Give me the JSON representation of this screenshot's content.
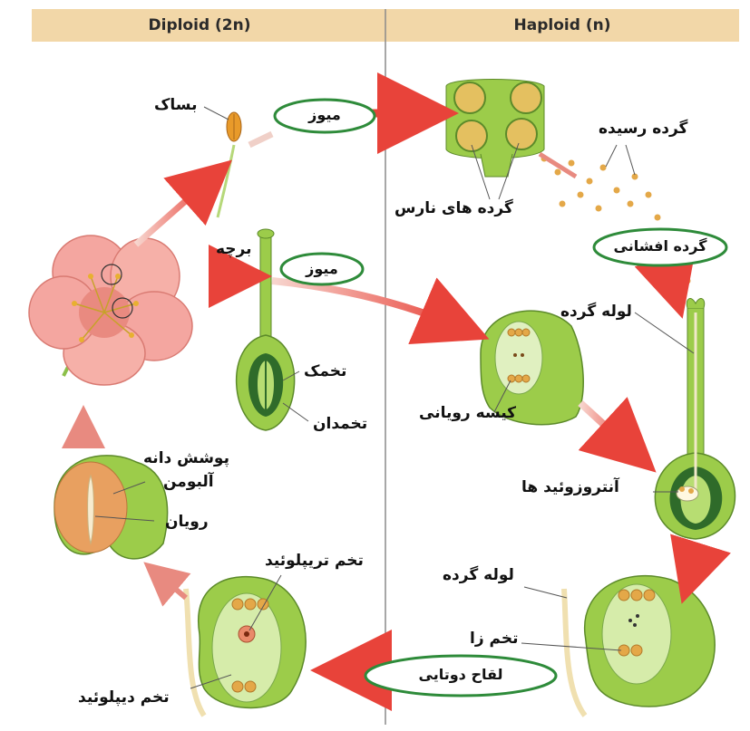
{
  "headers": {
    "diploid": "Diploid (2n)",
    "haploid": "Haploid (n)"
  },
  "labels": {
    "anther": "بساک",
    "carpel": "برچه",
    "ovule": "تخمک",
    "ovary": "تخمدان",
    "seed_coat": "پوشش دانه",
    "endosperm": "آلبومن",
    "embryo": "رویان",
    "triploid_cell": "تخم تریپلوئید",
    "diploid_zygote": "تخم دیپلوئید",
    "mature_pollen": "گرده رسیده",
    "immature_pollen": "گرده های نارس",
    "pollen_tube_top": "لوله گرده",
    "embryo_sac": "کیسه رویانی",
    "antherozoids": "آنتروزوئید ها",
    "pollen_tube_bottom": "لوله گرده",
    "egg_cell": "تخم زا"
  },
  "ovals": {
    "meiosis_top": "میوز",
    "meiosis_mid": "میوز",
    "pollination": "گرده افشانی",
    "double_fertilization": "لقاح دوتایی"
  },
  "colors": {
    "header_band": "#f2d7a8",
    "arrow": "#e8433a",
    "oval_border": "#2e8b3a",
    "plant_green": "#9ccc4a",
    "dark_green": "#2f6b2a",
    "petal": "#f4a6a0",
    "pollen": "#e4a848",
    "endosperm": "#e8a060"
  }
}
